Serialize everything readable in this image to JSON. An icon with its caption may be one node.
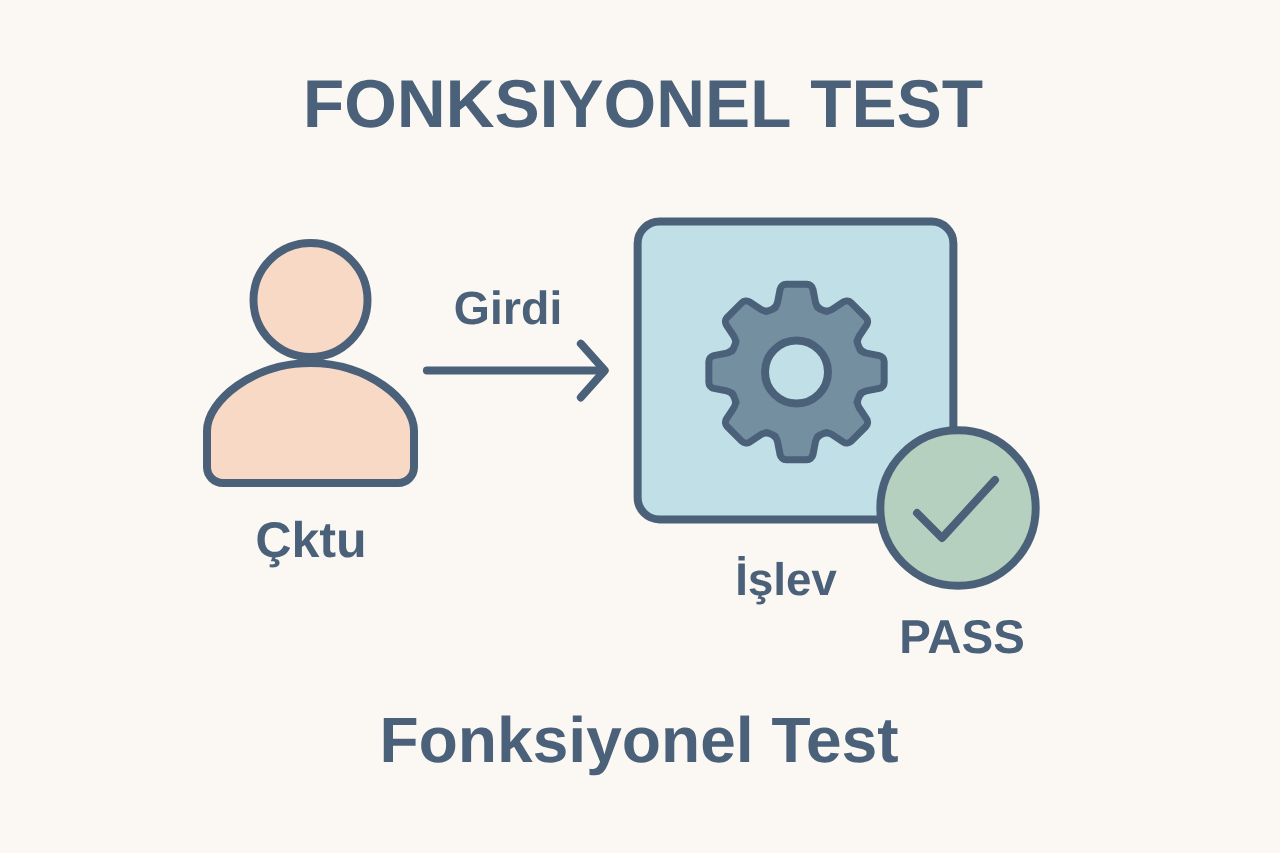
{
  "diagram": {
    "title": "FONKSIYONEL TEST",
    "caption": "Fonksiyonel Test",
    "nodes": [
      {
        "text": [],
        "shape": "person",
        "beside": [
          "Çktu"
        ]
      },
      {
        "text": [],
        "shape": "box",
        "beside": [
          "İşlev"
        ]
      },
      {
        "text": [],
        "shape": "circle",
        "beside": [
          "PASS"
        ]
      }
    ],
    "edges": [
      {
        "from": 0,
        "to": 1,
        "arrow": "to",
        "label": "Girdi"
      }
    ]
  }
}
